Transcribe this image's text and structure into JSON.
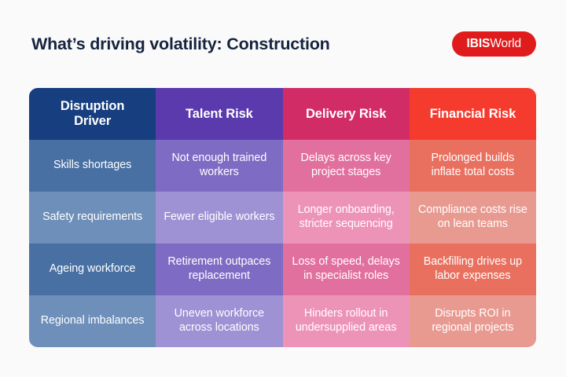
{
  "header": {
    "title": "What’s driving volatility: Construction",
    "logo": {
      "primary": "IBIS",
      "secondary": "World",
      "background_color": "#e01b1b",
      "text_color": "#ffffff"
    },
    "title_color": "#16243f"
  },
  "background_color": "#fafafa",
  "table": {
    "columns": [
      {
        "header": "Disruption Driver",
        "header_line_1": "Disruption",
        "header_line_2": "Driver",
        "header_color": "#173e7f",
        "row_odd_color": "#4870a3",
        "row_even_color": "#6e8fba"
      },
      {
        "header": "Talent Risk",
        "header_color": "#5a3aad",
        "row_odd_color": "#7e6cc4",
        "row_even_color": "#9e91d4"
      },
      {
        "header": "Delivery Risk",
        "header_color": "#d22c66",
        "row_odd_color": "#e2709e",
        "row_even_color": "#ee93b8"
      },
      {
        "header": "Financial Risk",
        "header_color": "#f53a2e",
        "row_odd_color": "#e9705f",
        "row_even_color": "#e89a91"
      }
    ],
    "rows": [
      {
        "driver": "Skills shortages",
        "talent_risk": "Not enough trained workers",
        "delivery_risk": "Delays across key project stages",
        "financial_risk": "Prolonged builds inflate total costs"
      },
      {
        "driver": "Safety requirements",
        "talent_risk": "Fewer eligible workers",
        "delivery_risk": "Longer onboarding, stricter sequencing",
        "financial_risk": "Compliance costs rise on lean teams"
      },
      {
        "driver": "Ageing workforce",
        "talent_risk": "Retirement outpaces replacement",
        "delivery_risk": "Loss of speed, delays in specialist roles",
        "financial_risk": "Backfilling drives up labor expenses"
      },
      {
        "driver": "Regional imbalances",
        "talent_risk": "Uneven workforce across locations",
        "delivery_risk": "Hinders rollout in undersupplied areas",
        "financial_risk": "Disrupts ROI in regional projects"
      }
    ]
  }
}
